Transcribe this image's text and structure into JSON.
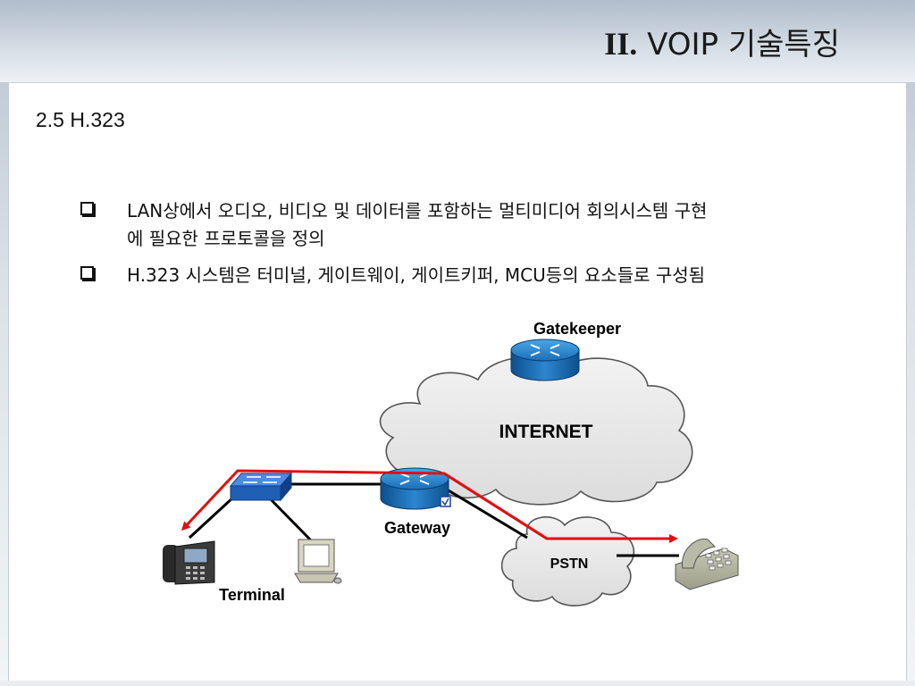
{
  "title": {
    "roman": "II.",
    "text": "VOIP 기술특징"
  },
  "section": {
    "heading": "2.5  H.323"
  },
  "bullets": [
    {
      "text": "LAN상에서 오디오, 비디오 및 데이터를 포함하는 멀티미디어 회의시스템 구현에 필요한 프로토콜을 정의"
    },
    {
      "text": "H.323 시스템은 터미널, 게이트웨이, 게이트키퍼, MCU등의 요소들로 구성됨"
    }
  ],
  "diagram": {
    "gatekeeper_label": "Gatekeeper",
    "internet_label": "INTERNET",
    "gateway_label": "Gateway",
    "pstn_label": "PSTN",
    "terminal_label": "Terminal"
  },
  "colors": {
    "router_blue": "#1f6fb8",
    "switch_blue": "#1f5fb4",
    "call_path_red": "#e01010",
    "cloud_fill": "#e6e6e6"
  },
  "icons": [
    "router-icon",
    "switch-icon",
    "ip-phone-icon",
    "pc-terminal-icon",
    "pstn-phone-icon",
    "checkbox-bullet-icon"
  ]
}
